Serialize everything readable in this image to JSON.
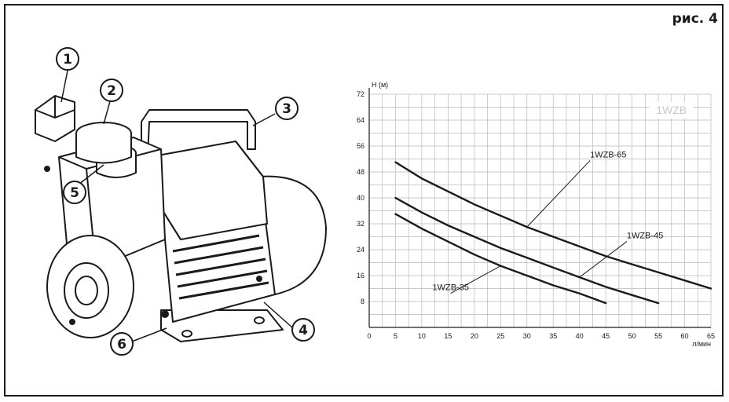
{
  "figure_label": "рис. 4",
  "callouts": [
    "1",
    "2",
    "3",
    "4",
    "5",
    "6"
  ],
  "chart_data": {
    "type": "line",
    "title": "1WZB",
    "ylabel": "Н (м)",
    "xlabel": "л/мин",
    "xlim": [
      0,
      65
    ],
    "ylim": [
      0,
      72
    ],
    "x_ticks": [
      0,
      5,
      10,
      15,
      20,
      25,
      30,
      35,
      40,
      45,
      50,
      55,
      60,
      65
    ],
    "y_ticks": [
      8,
      16,
      24,
      32,
      40,
      48,
      56,
      64,
      72
    ],
    "grid": true,
    "series": [
      {
        "name": "1WZB-65",
        "x": [
          5,
          10,
          15,
          20,
          25,
          30,
          35,
          40,
          45,
          50,
          55,
          60,
          65
        ],
        "y": [
          51,
          46,
          42,
          38,
          34.5,
          31,
          28,
          25,
          22,
          19.5,
          17,
          14.5,
          12
        ]
      },
      {
        "name": "1WZB-45",
        "x": [
          5,
          10,
          15,
          20,
          25,
          30,
          35,
          40,
          45,
          50,
          55
        ],
        "y": [
          40,
          35.5,
          31.5,
          28,
          24.5,
          21.5,
          18.5,
          15.5,
          12.5,
          10,
          7.5
        ]
      },
      {
        "name": "1WZB-35",
        "x": [
          5,
          10,
          15,
          20,
          25,
          30,
          35,
          40,
          45
        ],
        "y": [
          35,
          30.5,
          26.5,
          22.5,
          19,
          16,
          13,
          10.5,
          7.5
        ]
      }
    ]
  }
}
